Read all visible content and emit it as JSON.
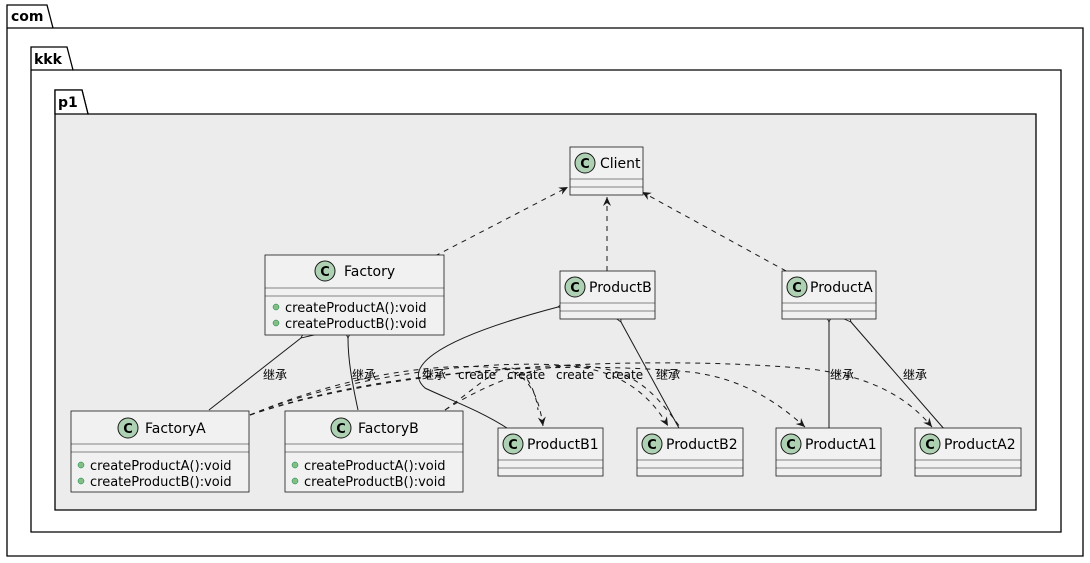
{
  "packages": {
    "outer": "com",
    "middle": "kkk",
    "inner": "p1"
  },
  "classes": {
    "client": {
      "name": "Client"
    },
    "factory": {
      "name": "Factory",
      "methods": [
        "createProductA():void",
        "createProductB():void"
      ]
    },
    "productB": {
      "name": "ProductB"
    },
    "productA": {
      "name": "ProductA"
    },
    "factoryA": {
      "name": "FactoryA",
      "methods": [
        "createProductA():void",
        "createProductB():void"
      ]
    },
    "factoryB": {
      "name": "FactoryB",
      "methods": [
        "createProductA():void",
        "createProductB():void"
      ]
    },
    "productB1": {
      "name": "ProductB1"
    },
    "productB2": {
      "name": "ProductB2"
    },
    "productA1": {
      "name": "ProductA1"
    },
    "productA2": {
      "name": "ProductA2"
    }
  },
  "class_icon_letter": "C",
  "edge_labels": {
    "inherit": "继承",
    "create": "create"
  },
  "colors": {
    "package_fill": "#ffffff",
    "inner_package_fill": "#ececec",
    "class_fill": "#f1f1f1",
    "class_border": "#181818",
    "class_icon": "#add1b2",
    "member_dot": "#84be84"
  }
}
